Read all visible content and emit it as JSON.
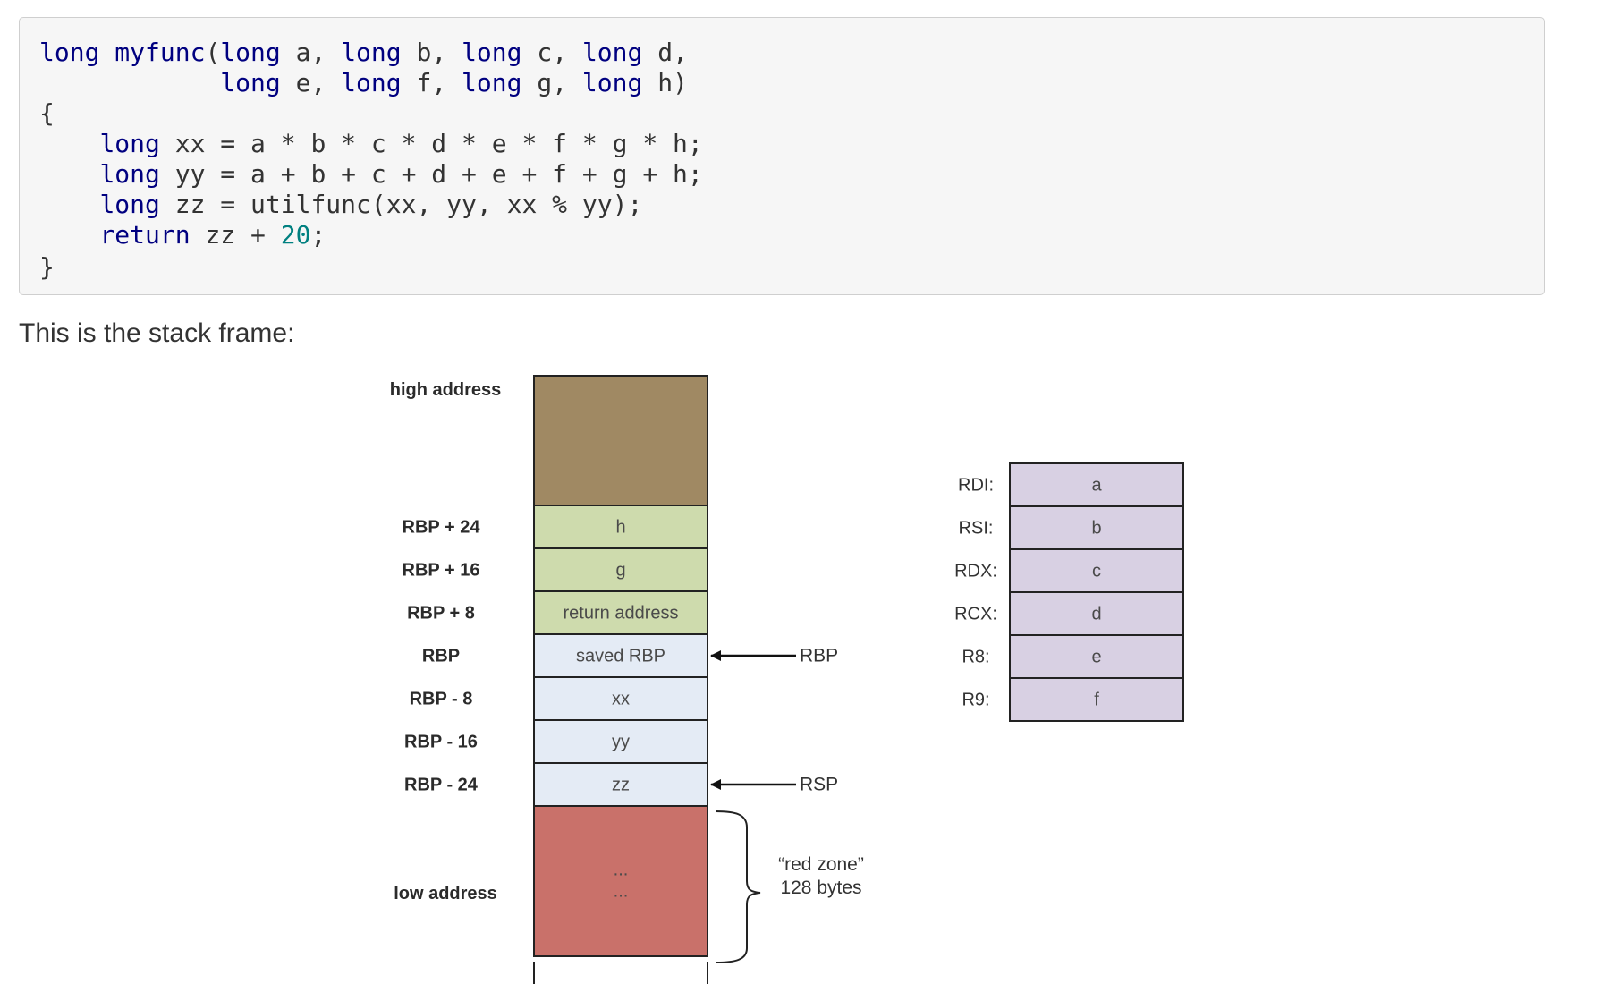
{
  "code": {
    "line1": [
      {
        "t": "long",
        "c": "kw"
      },
      {
        "t": " "
      },
      {
        "t": "myfunc",
        "c": "fn"
      },
      {
        "t": "("
      },
      {
        "t": "long",
        "c": "kw"
      },
      {
        "t": " a, "
      },
      {
        "t": "long",
        "c": "kw"
      },
      {
        "t": " b, "
      },
      {
        "t": "long",
        "c": "kw"
      },
      {
        "t": " c, "
      },
      {
        "t": "long",
        "c": "kw"
      },
      {
        "t": " d,"
      }
    ],
    "line2": [
      {
        "t": "            "
      },
      {
        "t": "long",
        "c": "kw"
      },
      {
        "t": " e, "
      },
      {
        "t": "long",
        "c": "kw"
      },
      {
        "t": " f, "
      },
      {
        "t": "long",
        "c": "kw"
      },
      {
        "t": " g, "
      },
      {
        "t": "long",
        "c": "kw"
      },
      {
        "t": " h)"
      }
    ],
    "line3": [
      {
        "t": "{"
      }
    ],
    "line4": [
      {
        "t": "    "
      },
      {
        "t": "long",
        "c": "kw"
      },
      {
        "t": " xx = a * b * c * d * e * f * g * h;"
      }
    ],
    "line5": [
      {
        "t": "    "
      },
      {
        "t": "long",
        "c": "kw"
      },
      {
        "t": " yy = a + b + c + d + e + f + g + h;"
      }
    ],
    "line6": [
      {
        "t": "    "
      },
      {
        "t": "long",
        "c": "kw"
      },
      {
        "t": " zz = utilfunc(xx, yy, xx % yy);"
      }
    ],
    "line7": [
      {
        "t": "    "
      },
      {
        "t": "return",
        "c": "kw"
      },
      {
        "t": " zz + "
      },
      {
        "t": "20",
        "c": "num"
      },
      {
        "t": ";"
      }
    ],
    "line8": [
      {
        "t": "}"
      }
    ]
  },
  "intro_text": "This is the stack frame:",
  "stack": {
    "high_label": "high address",
    "low_label": "low address",
    "cells": [
      {
        "label": "",
        "content": "",
        "color": "#a08963"
      },
      {
        "label": "RBP + 24",
        "content": "h",
        "color": "#cedbad"
      },
      {
        "label": "RBP + 16",
        "content": "g",
        "color": "#cedbad"
      },
      {
        "label": "RBP + 8",
        "content": "return address",
        "color": "#cedbad"
      },
      {
        "label": "RBP",
        "content": "saved RBP",
        "color": "#e4ebf5"
      },
      {
        "label": "RBP - 8",
        "content": "xx",
        "color": "#e4ebf5"
      },
      {
        "label": "RBP - 16",
        "content": "yy",
        "color": "#e4ebf5"
      },
      {
        "label": "RBP - 24",
        "content": "zz",
        "color": "#e4ebf5"
      },
      {
        "label": "",
        "content": "...",
        "content2": "...",
        "color": "#c9716a"
      }
    ],
    "pointers": [
      {
        "name": "RBP",
        "cell": 4
      },
      {
        "name": "RSP",
        "cell": 7
      }
    ],
    "red_zone": {
      "line1": "“red zone”",
      "line2": "128 bytes"
    }
  },
  "registers": [
    {
      "name": "RDI:",
      "value": "a"
    },
    {
      "name": "RSI:",
      "value": "b"
    },
    {
      "name": "RDX:",
      "value": "c"
    },
    {
      "name": "RCX:",
      "value": "d"
    },
    {
      "name": "R8:",
      "value": "e"
    },
    {
      "name": "R9:",
      "value": "f"
    }
  ],
  "colors": {
    "register_fill": "#d8d0e3",
    "border": "#222222"
  }
}
